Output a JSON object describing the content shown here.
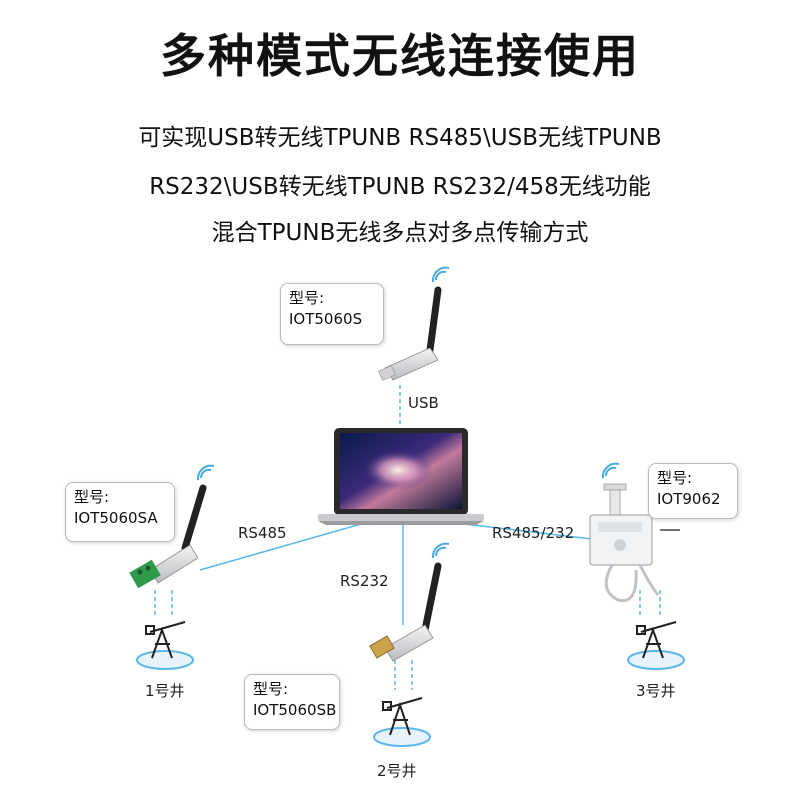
{
  "title": "多种模式无线连接使用",
  "subtitle_lines": [
    "可实现USB转无线TPUNB RS485\\USB无线TPUNB",
    "RS232\\USB转无线TPUNB RS232/458无线功能",
    "混合TPUNB无线多点对多点传输方式"
  ],
  "devices": {
    "usb": {
      "model_label": "型号:",
      "model": "IOT5060S"
    },
    "rs485": {
      "model_label": "型号:",
      "model": "IOT5060SA"
    },
    "rs232": {
      "model_label": "型号:",
      "model": "IOT5060SB"
    },
    "sensor": {
      "model_label": "型号:",
      "model": "IOT9062"
    }
  },
  "connections": {
    "usb": "USB",
    "rs485": "RS485",
    "rs232": "RS232",
    "rs485_232": "RS485/232"
  },
  "wells": [
    "1号井",
    "2号井",
    "3号井"
  ],
  "colors": {
    "link": "#5bb8e8",
    "antenna": "#222222",
    "wifi": "#4aa9df"
  }
}
